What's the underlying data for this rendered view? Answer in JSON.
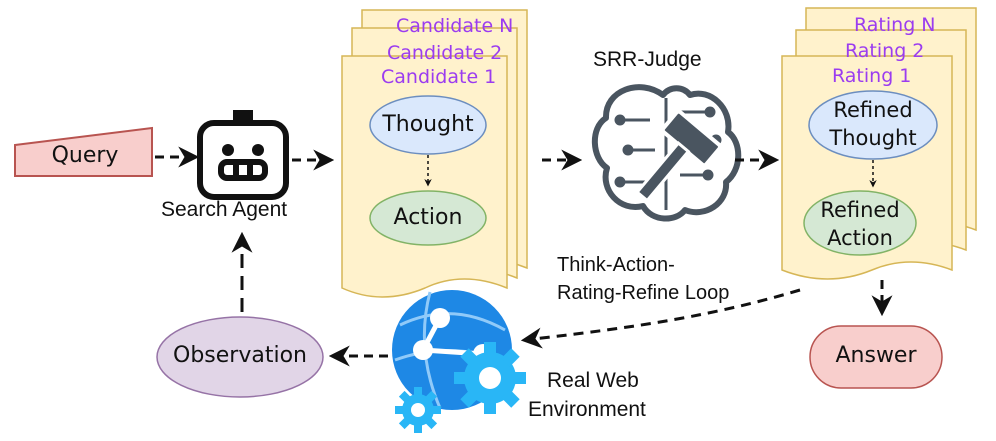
{
  "labels": {
    "query": "Query",
    "search_agent": "Search Agent",
    "candidates": [
      "Candidate N",
      "Candidate 2",
      "Candidate 1"
    ],
    "thought": "Thought",
    "action": "Action",
    "srr_judge": "SRR-Judge",
    "loop_line1": "Think-Action-",
    "loop_line2": "Rating-Refine Loop",
    "ratings": [
      "Rating N",
      "Rating 2",
      "Rating 1"
    ],
    "refined_thought_1": "Refined",
    "refined_thought_2": "Thought",
    "refined_action_1": "Refined",
    "refined_action_2": "Action",
    "answer": "Answer",
    "observation": "Observation",
    "env_line1": "Real Web",
    "env_line2": "Environment"
  },
  "icons": {
    "agent": "robot-icon",
    "judge": "brain-gavel-icon",
    "web": "globe-gears-icon"
  },
  "colors": {
    "query_fill": "#f8cecc",
    "query_stroke": "#b85450",
    "doc_fill": "#fff2cc",
    "doc_stroke": "#d6b656",
    "thought_fill": "#dae8fc",
    "thought_stroke": "#6c8ebf",
    "action_fill": "#d5e8d4",
    "action_stroke": "#82b366",
    "observation_fill": "#e1d5e7",
    "observation_stroke": "#9673a6",
    "candidate_text": "#9b3cf0",
    "globe": "#1e88e5",
    "gear": "#29b6f6"
  }
}
